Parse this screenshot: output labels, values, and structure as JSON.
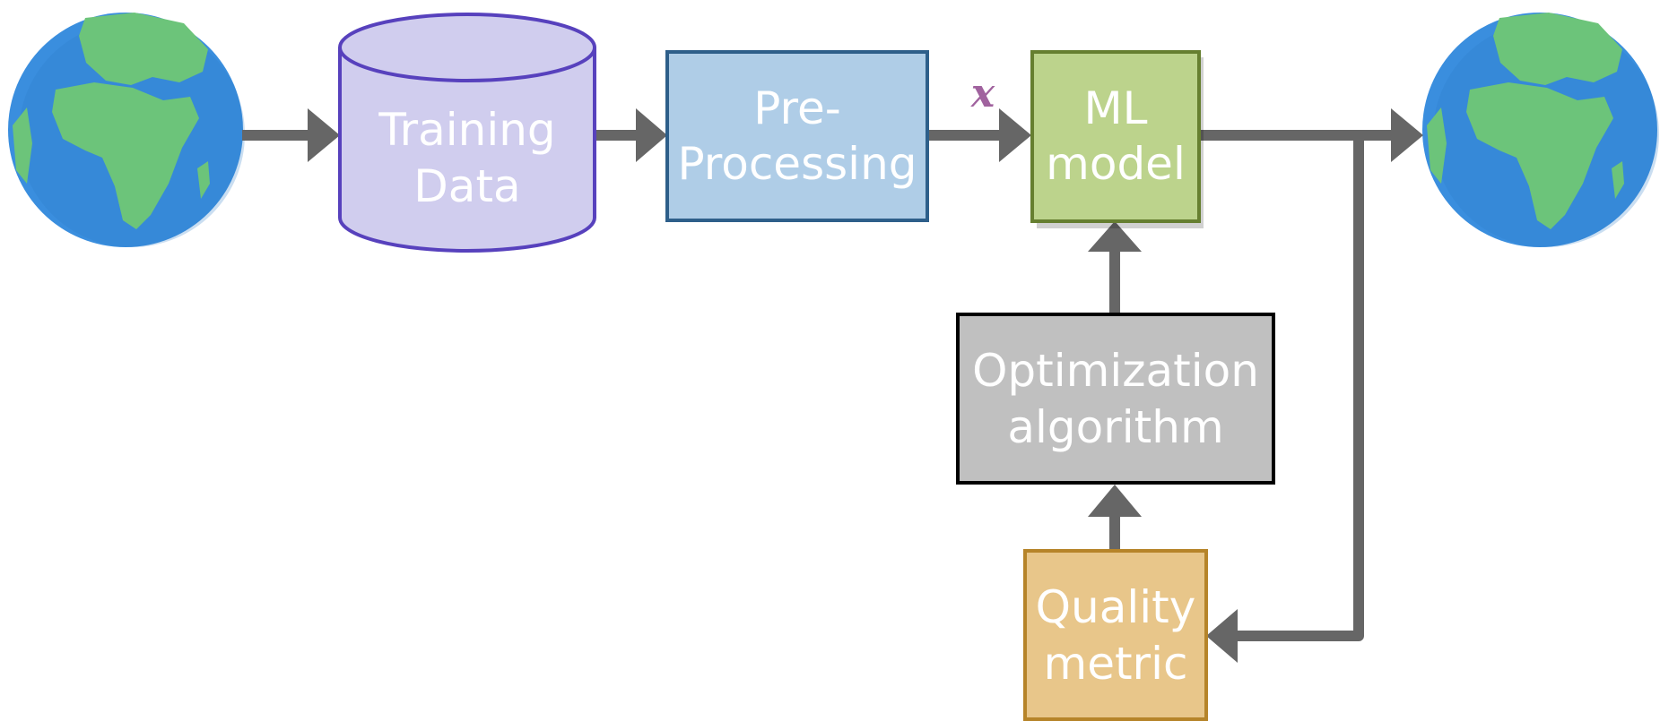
{
  "nodes": {
    "training_data": {
      "line1": "Training",
      "line2": "Data"
    },
    "pre_processing": {
      "line1": "Pre-",
      "line2": "Processing"
    },
    "ml_model": {
      "line1": "ML",
      "line2": "model"
    },
    "optimization": {
      "line1": "Optimization",
      "line2": "algorithm"
    },
    "quality": {
      "line1": "Quality",
      "line2": "metric"
    }
  },
  "edge_labels": {
    "x": "x"
  },
  "icons": {
    "input_world": "globe-icon",
    "output_world": "globe-icon"
  },
  "colors": {
    "arrow": "#666666",
    "training_fill": "#d0cdee",
    "training_stroke": "#5741bd",
    "pre_fill": "#afcde7",
    "pre_stroke": "#2e5f8a",
    "ml_fill": "#bcd38c",
    "ml_stroke": "#667f30",
    "opt_fill": "#c0c0c0",
    "opt_stroke": "#000000",
    "quality_fill": "#e8c68a",
    "quality_stroke": "#b68429",
    "ocean": "#3a8ede",
    "land": "#6cc47a",
    "x_label": "#a0629e"
  }
}
